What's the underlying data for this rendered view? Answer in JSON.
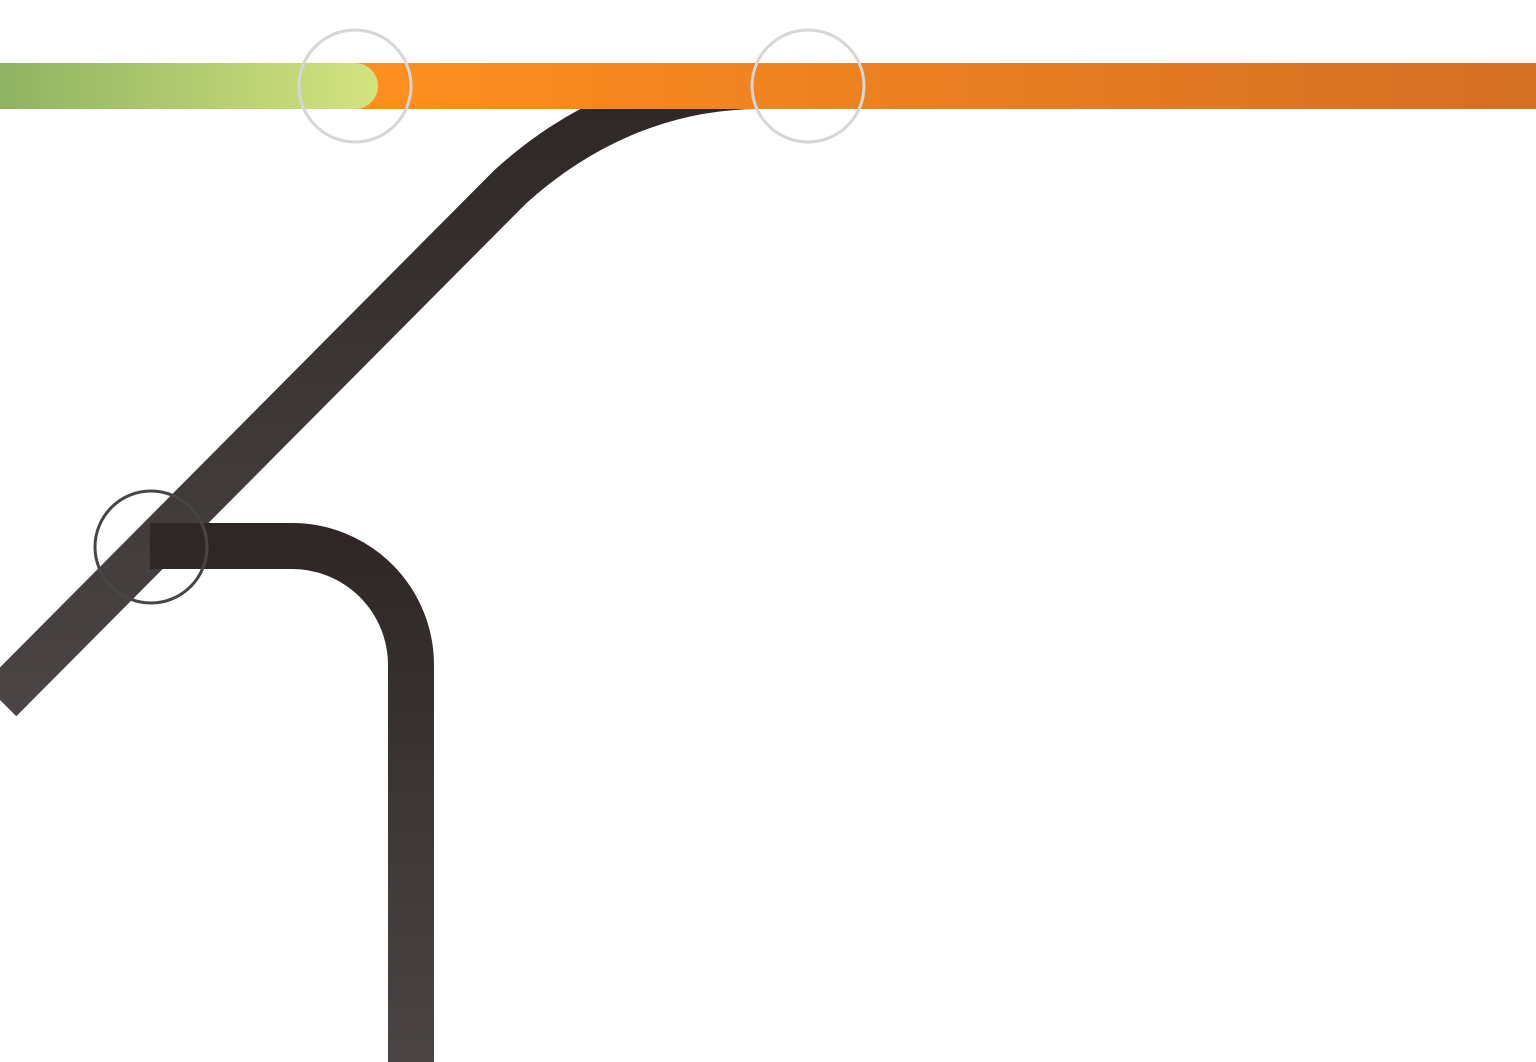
{
  "diagram": {
    "background_color": "#ffffff",
    "lines": [
      {
        "id": "orange-line",
        "color_start": "#ff8f1f",
        "color_end": "#d46f24",
        "progress_color_start": "#8fb362",
        "progress_color_end": "#d4e37f"
      },
      {
        "id": "dark-line",
        "color_start": "#2e2726",
        "color_end": "#4a4544"
      }
    ],
    "stations": [
      {
        "id": "station-orange-1",
        "style": "light-ring",
        "color": "#d6d6d6"
      },
      {
        "id": "station-orange-2",
        "style": "light-ring",
        "color": "#d6d6d6"
      },
      {
        "id": "station-dark-interchange",
        "style": "dark-ring",
        "color": "#4a4545"
      }
    ]
  }
}
